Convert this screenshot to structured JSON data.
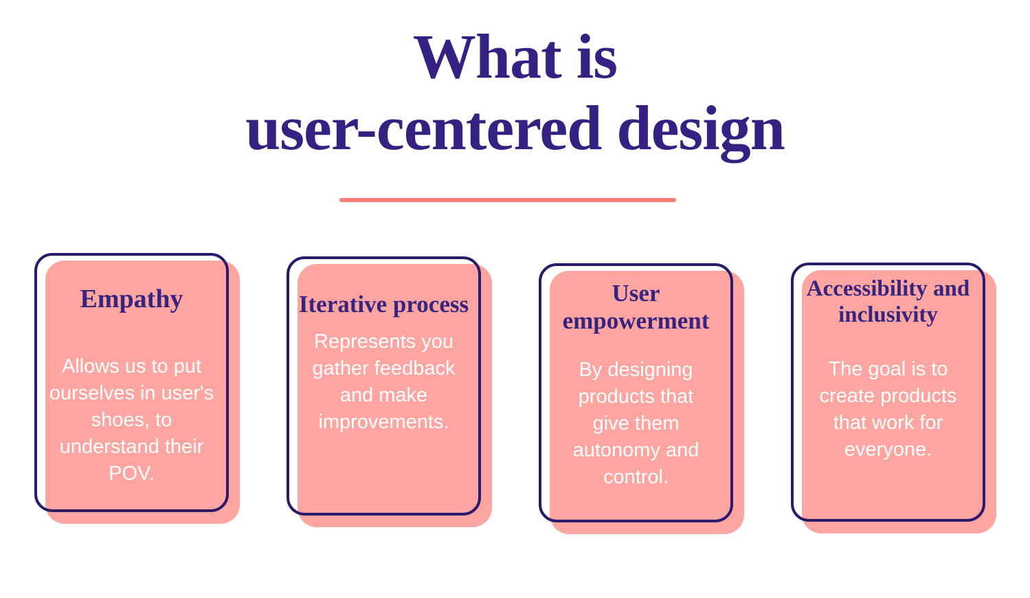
{
  "colors": {
    "background": "#FFFFFF",
    "heading": "#342181",
    "card_fill": "#FCA5A1",
    "card_border": "#2B196B",
    "card_title": "#37247F",
    "body_text": "#FFFFFF",
    "divider": "#FF7C78"
  },
  "header": {
    "title_line1": "What is",
    "title_line2": "user-centered design"
  },
  "cards": [
    {
      "title": "Empathy",
      "body": "Allows us to put ourselves in user's shoes, to understand their POV."
    },
    {
      "title": "Iterative process",
      "body": "Represents you gather feedback and make improvements."
    },
    {
      "title": "User empowerment",
      "body": "By designing products that give them autonomy and control."
    },
    {
      "title": "Accessibility and inclusivity",
      "body": "The goal is to create products that work for everyone."
    }
  ]
}
